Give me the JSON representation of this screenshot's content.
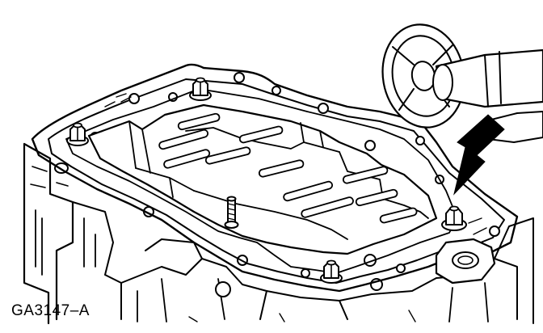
{
  "figure": {
    "id_label": "GA3147–A"
  },
  "parts": {
    "bolts": [
      "oil-pan-bolt",
      "oil-pan-bolt",
      "oil-pan-bolt",
      "oil-pan-bolt"
    ],
    "stud": "stud",
    "pointer": "arrow-pointer"
  },
  "colors": {
    "ink": "#000000",
    "paper": "#ffffff"
  }
}
